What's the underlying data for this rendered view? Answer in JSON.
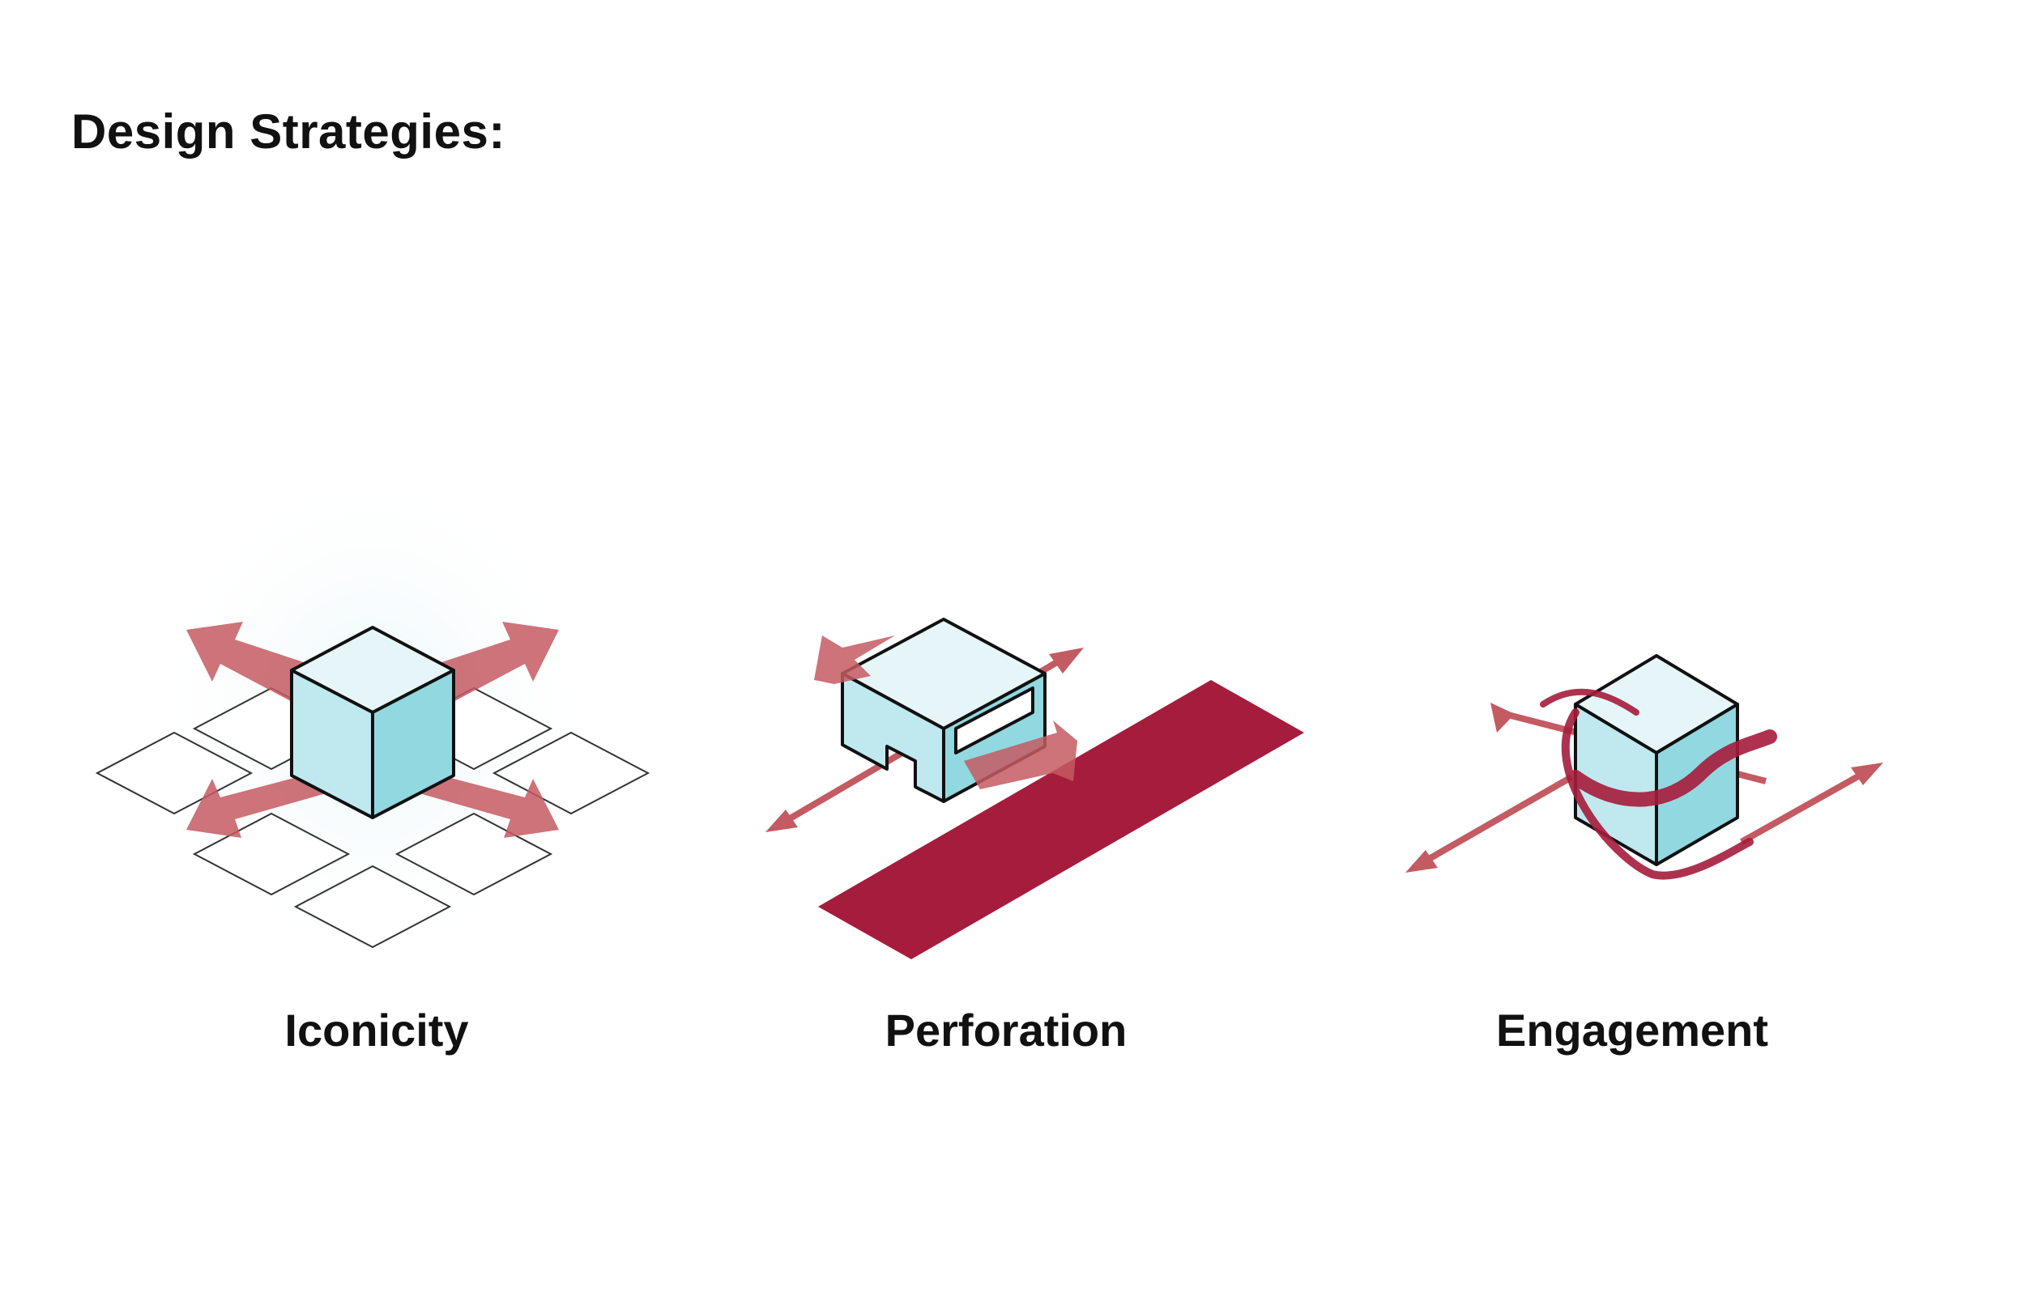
{
  "title": "Design Strategies:",
  "strategies": [
    {
      "label": "Iconicity",
      "icon": "cube-radiating-arrows-icon"
    },
    {
      "label": "Perforation",
      "icon": "perforated-block-path-icon"
    },
    {
      "label": "Engagement",
      "icon": "cube-wrapped-ribbon-icon"
    }
  ],
  "colors": {
    "accent_red": "#a61c3c",
    "arrow_red": "#c45a62",
    "cube_light": "#e6f6f8",
    "cube_side": "#9ddbe2",
    "outline": "#111111"
  }
}
